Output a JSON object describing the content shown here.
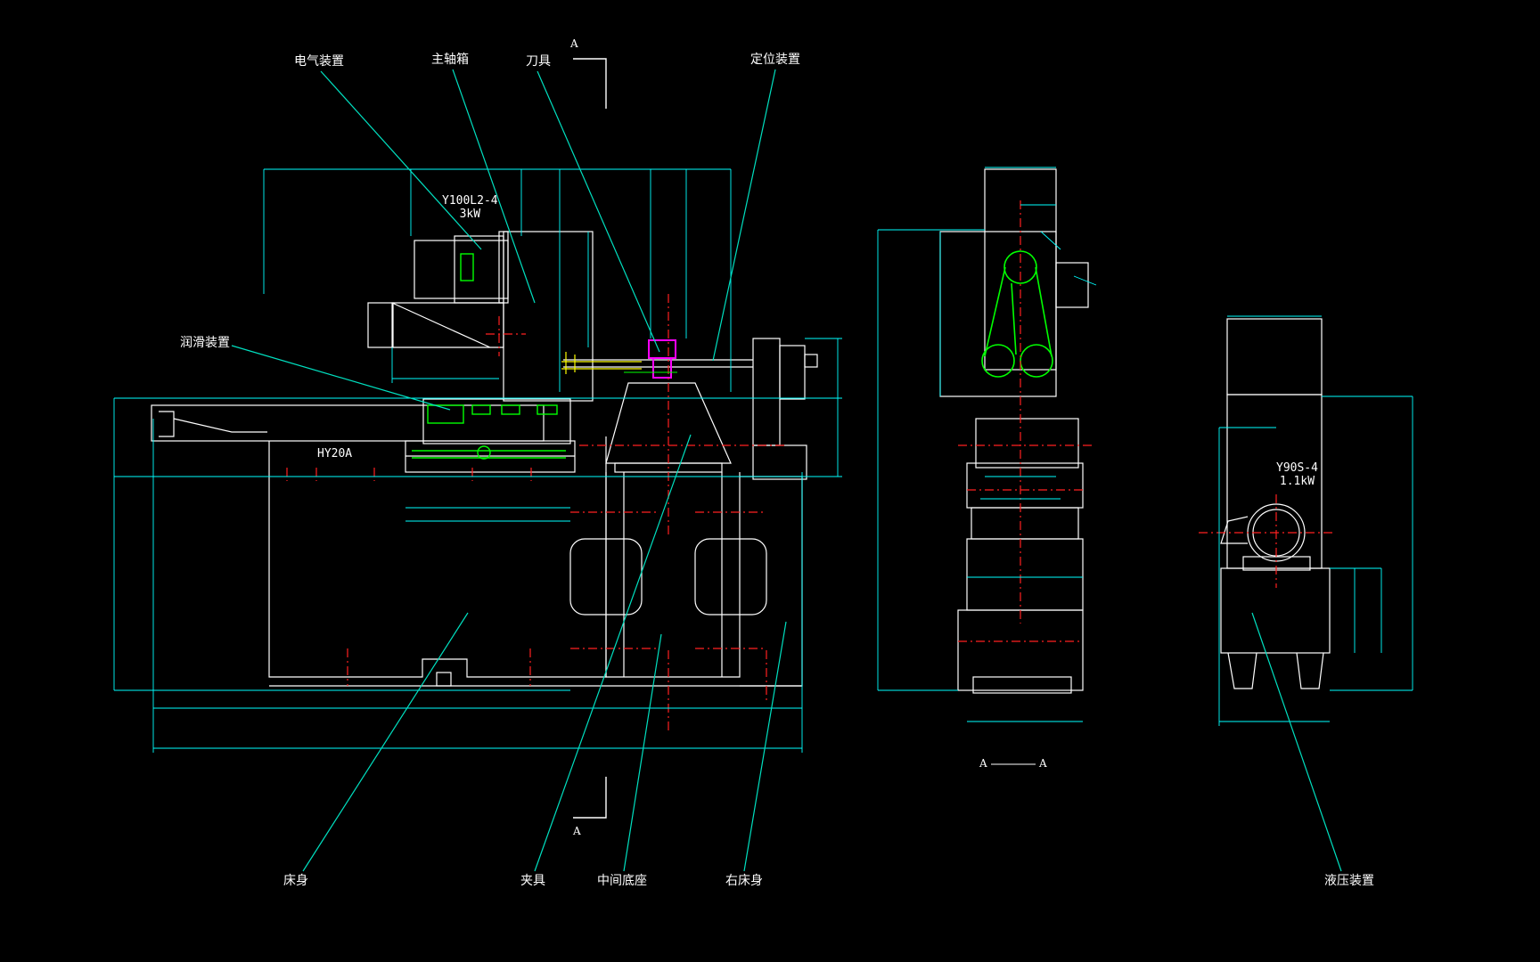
{
  "colors": {
    "background": "#000000",
    "outline": "#ffffff",
    "leader": "#00e0c0",
    "dimension": "#00ffff",
    "centerline": "#ff2020",
    "motor": "#00ff00",
    "tool": "#ff00ff",
    "hidden": "#ffff00",
    "text": "#ffffff"
  },
  "labels": {
    "electrical": "电气装置",
    "spindle_box": "主轴箱",
    "cutter": "刀具",
    "positioning": "定位装置",
    "lubrication": "润滑装置",
    "bed": "床身",
    "fixture": "夹具",
    "middle_base": "中间底座",
    "right_bed": "右床身",
    "hydraulic": "液压装置"
  },
  "specs": {
    "main_motor_model": "Y100L2-4",
    "main_motor_power": "3kW",
    "hyd_motor_model": "Y90S-4",
    "hyd_motor_power": "1.1kW",
    "slide_model": "HY20A"
  },
  "section": {
    "mark_top": "A",
    "mark_bottom": "A",
    "view_title_left": "A",
    "view_title_right": "A"
  }
}
